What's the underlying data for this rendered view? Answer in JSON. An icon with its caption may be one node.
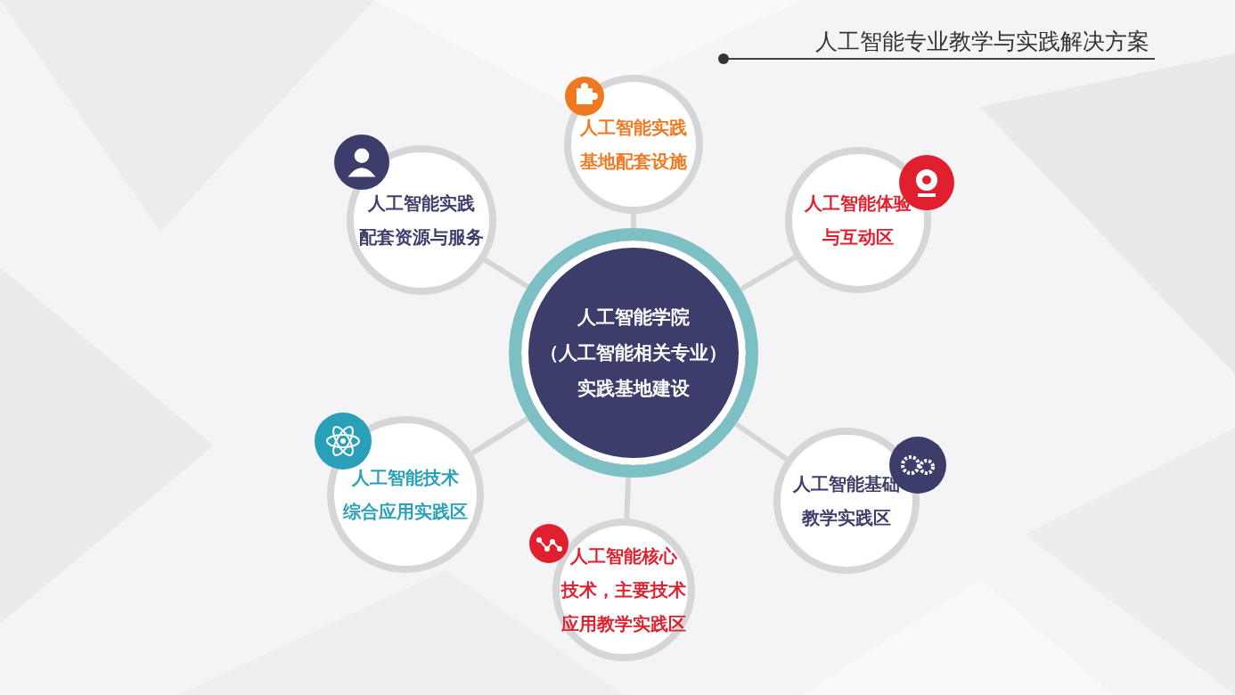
{
  "diagram": {
    "title": "人工智能专业教学与实践解决方案",
    "nodes": [
      {
        "text": [
          "人工智能学院（人工智能相关专业）实践基地建设"
        ]
      },
      {
        "text": [
          "人工智能实践基地配套设施"
        ]
      },
      {
        "text": [
          "人工智能实践配套资源与服务"
        ]
      },
      {
        "text": [
          "人工智能体验与互动区"
        ]
      },
      {
        "text": [
          "人工智能技术综合应用实践区"
        ]
      },
      {
        "text": [
          "人工智能基础教学实践区"
        ]
      },
      {
        "text": [
          "人工智能核心技术，主要技术应用教学实践区"
        ]
      }
    ],
    "edges": [
      {
        "from": 0,
        "to": 1,
        "arrow": "none"
      },
      {
        "from": 0,
        "to": 2,
        "arrow": "none"
      },
      {
        "from": 0,
        "to": 3,
        "arrow": "none"
      },
      {
        "from": 0,
        "to": 4,
        "arrow": "none"
      },
      {
        "from": 0,
        "to": 5,
        "arrow": "none"
      },
      {
        "from": 0,
        "to": 6,
        "arrow": "none"
      }
    ]
  }
}
